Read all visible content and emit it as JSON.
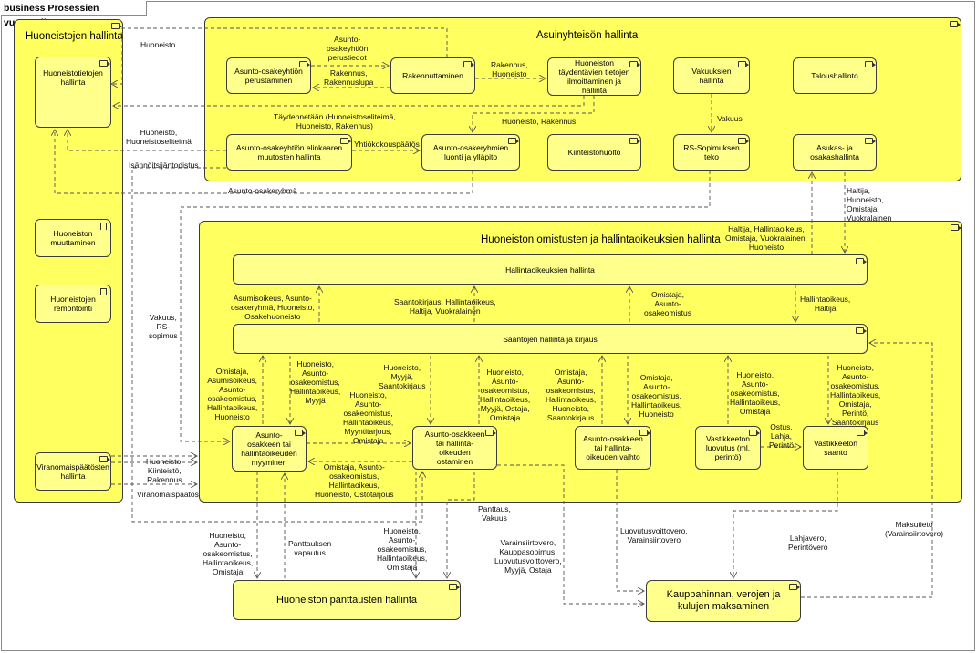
{
  "frame_title": "business Prosessien vuorovaikutus",
  "groups": {
    "huoneistojen": "Huoneistojen hallinta",
    "asuinyhteison": "Asuinyhteisön hallinta",
    "omistusten": "Huoneiston omistusten ja hallintaoikeuksien hallinta"
  },
  "boxes": {
    "huoneistotietojen": "Huoneistotietojen hallinta",
    "muuttaminen": "Huoneiston muuttaminen",
    "remontointi": "Huoneistojen remontointi",
    "viranomais": "Viranomaispäätösten hallinta",
    "perustaminen": "Asunto-osakeyhtiön perustaminen",
    "rakennuttaminen": "Rakennuttaminen",
    "taydentavien": "Huoneiston täydentävien tietojen ilmoittaminen ja hallinta",
    "vakuuksien": "Vakuuksien hallinta",
    "talous": "Taloushallinto",
    "elinkaaren": "Asunto-osakeyhtiön elinkaaren muutosten hallinta",
    "ryhmien": "Asunto-osakeryhmien luonti ja ylläpito",
    "kiinteisto": "Kiinteistöhuolto",
    "rs_sopimus": "RS-Sopimuksen teko",
    "asukas": "Asukas- ja osakashallinta",
    "hallintaoik": "Hallintaoikeuksien hallinta",
    "saantojen": "Saantojen hallinta ja kirjaus",
    "myyminen": "Asunto-osakkeen tai hallintaoikeuden myyminen",
    "ostaminen": "Asunto-osakkeen tai hallinta-oikeuden ostaminen",
    "vaihto": "Asunto-osakkeen tai hallinta-oikeuden vaihto",
    "luovutus": "Vastikkeeton luovutus (ml. perintö)",
    "saanto": "Vastikkeeton saanto",
    "panttausten": "Huoneiston panttausten hallinta",
    "kauppahinnan": "Kauppahinnan, verojen ja kulujen maksaminen"
  },
  "labels": {
    "l_huoneisto": "Huoneisto",
    "l_perustiedot": "Asunto-\nosakeyhtiön\nperustiedot",
    "l_rakennus_lupa": "Rakennus,\nRakennuslupa",
    "l_rak_huon": "Rakennus,\nHuoneisto",
    "l_taydennetaan": "Täydennetään (Huoneistoseliteimä,\nHuoneisto, Rakennus)",
    "l_huon_rak": "Huoneisto, Rakennus",
    "l_huon_seli": "Huoneisto,\nHuoneistoseliteimä",
    "l_yhtio": "Yhtiökokouspäätös",
    "l_vakuus": "Vakuus",
    "l_isannointi": "Isännöitsijäntodistus",
    "l_ryhma": "Asunto-osakeryhmä",
    "l_haltija4": "Haltija,\nHuoneisto,\nOmistaja,\nVuokralainen",
    "l_haltija_top": "Haltija, Hallintaoikeus,\nOmistaja, Vuokralainen,\nHuoneisto",
    "l_vakuus_rs": "Vakuus,\nRS-\nsopimus",
    "l_asumisoik": "Asumisoikeus, Asunto-\nosakeryhmä, Huoneisto,\nOsakehuoneisto",
    "l_saantokirjaus": "Saantokirjaus, Hallintaoikeus,\nHaltija, Vuokralainen",
    "l_omistaja_ao": "Omistaja,\nAsunto-\nosakeomistus",
    "l_hallintaoik_haltija": "Hallintaoikeus,\nHaltija",
    "l_m_left": "Omistaja,\nAsumisoikeus,\nAsunto-\nosakeomistus,\nHallintaoikeus,\nHuoneisto",
    "l_m_right": "Huoneisto,\nAsunto-\nosakeomistus,\nHallintaoikeus,\nMyyjä",
    "l_myyja_saanto": "Huoneisto,\nMyyjä,\nSaantokirjaus",
    "l_m_mid": "Huoneisto,\nAsunto-\nosakeomistus,\nHallintaoikeus,\nMyyntitarjous,\nOmistaja",
    "l_o_up": "Huoneisto,\nAsunto-\nosakeomistus,\nHallintaoikeus,\nMyyjä, Ostaja,\nOmistaja",
    "l_v_left": "Omistaja,\nAsunto-\nosakeomistus,\nHallintaoikeus,\nHuoneisto,\nSaantokirjaus",
    "l_v_right": "Omistaja,\nAsunto-\nosakeomistus,\nHallintaoikeus,\nHuoneisto",
    "l_l_up": "Huoneisto,\nAsunto-\nosakeomistus,\nHallintaoikeus,\nOmistaja",
    "l_s_up": "Huoneisto,\nAsunto-\nosakeomistus,\nHallintaoikeus,\nOmistaja,\nPerintö,\nSaantokirjaus",
    "l_ostus": "Ostus,\nLahja,\nPerintö",
    "l_myy_ost": "Omistaja, Asunto-\nosakeomistus,\nHallintaoikeus,\nHuoneisto, Ostotarjous",
    "l_vir_kiin": "Huoneisto,\nKiinteistö,\nRakennus",
    "l_virpaatos": "Viranomaispäätös",
    "l_pant_left": "Huoneisto,\nAsunto-\nosakeomistus,\nHallintaoikeus,\nOmistaja",
    "l_pant_vap": "Panttauksen\nvapautus",
    "l_pant_mid": "Huoneisto,\nAsunto-\nosakeomistus,\nHallintaoikeus,\nOmistaja",
    "l_pantt_vak": "Panttaus,\nVakuus",
    "l_vara": "Varainsiirtovero,\nKauppasopimus,\nLuovutusvoittovero,\nMyyjä, Ostaja",
    "l_luov": "Luovutusvoittovero,\nVarainsiirtovero",
    "l_lahja": "Lahjavero,\nPerintövero",
    "l_maksu": "Maksutieto\n(Varainsiirtovero)"
  }
}
